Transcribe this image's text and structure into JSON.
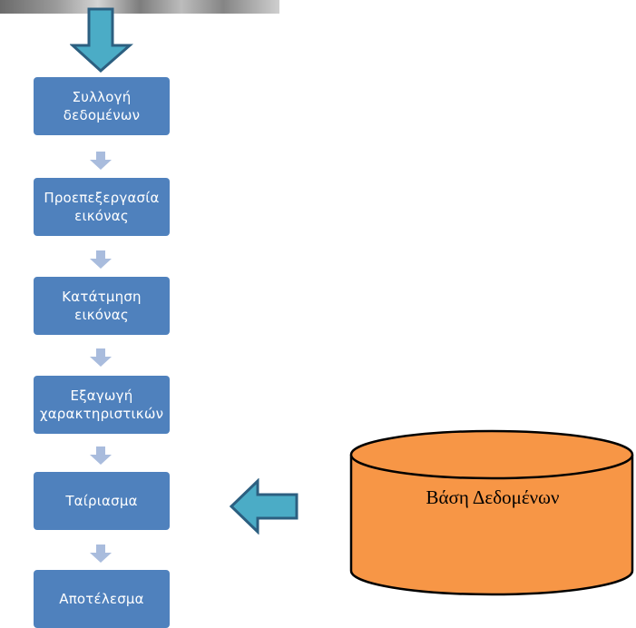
{
  "steps": [
    {
      "line1": "Συλλογή",
      "line2": "δεδομένων"
    },
    {
      "line1": "Προεπεξεργασία",
      "line2": "εικόνας"
    },
    {
      "line1": "Κατάτμηση",
      "line2": "εικόνας"
    },
    {
      "line1": "Εξαγωγή",
      "line2": "χαρακτηριστικών"
    },
    {
      "line1": "Ταίριασμα",
      "line2": ""
    },
    {
      "line1": "Αποτέλεσμα",
      "line2": ""
    }
  ],
  "database": {
    "label": "Βάση Δεδομένων"
  },
  "colors": {
    "step_fill": "#4f81bd",
    "small_arrow": "#a9bcdd",
    "big_arrow_fill": "#4bacc6",
    "big_arrow_stroke": "#2c5f80",
    "database_fill": "#f79646"
  },
  "icons": [
    "down-arrow-icon",
    "left-arrow-icon",
    "database-cylinder-icon"
  ]
}
